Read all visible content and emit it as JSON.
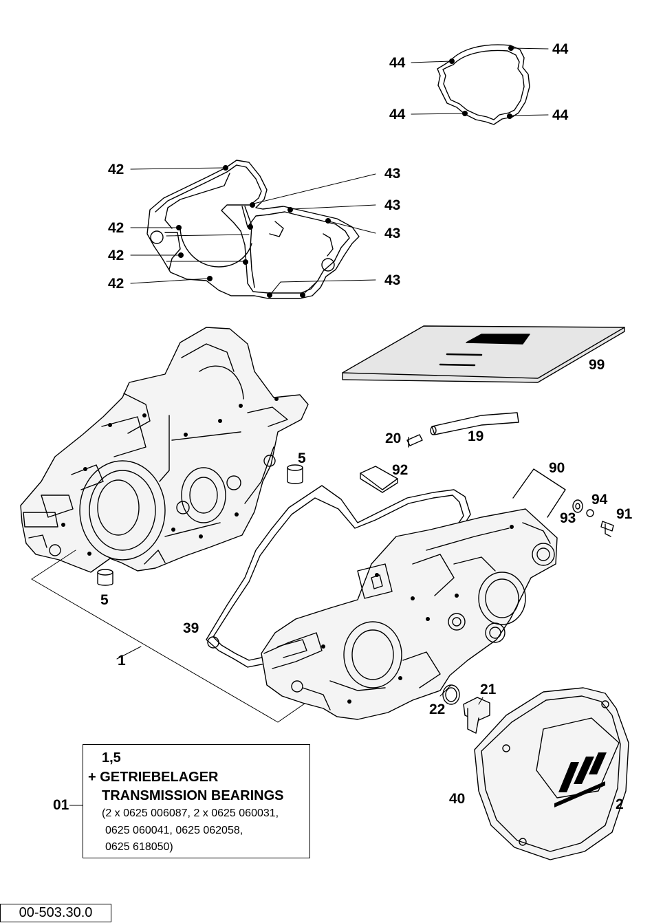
{
  "callouts": {
    "n44_a": "44",
    "n44_b": "44",
    "n44_c": "44",
    "n44_d": "44",
    "n42_a": "42",
    "n42_b": "42",
    "n42_c": "42",
    "n42_d": "42",
    "n43_a": "43",
    "n43_b": "43",
    "n43_c": "43",
    "n43_d": "43",
    "n99": "99",
    "n20": "20",
    "n19": "19",
    "n5_a": "5",
    "n5_b": "5",
    "n92": "92",
    "n90": "90",
    "n94": "94",
    "n93": "93",
    "n91": "91",
    "n39": "39",
    "n1": "1",
    "n21": "21",
    "n22": "22",
    "n40": "40",
    "n2": "2",
    "n01": "01"
  },
  "kit_box": {
    "line1": "1,5",
    "line2": "+ GETRIEBELAGER",
    "line3": "TRANSMISSION BEARINGS",
    "line4": "(2 x 0625 006087, 2 x 0625 060031,",
    "line5": "0625 060041, 0625 062058,",
    "line6": "0625 618050)"
  },
  "drawing_number": "00-503.30.0",
  "colors": {
    "ink": "#000000",
    "paper": "#ffffff",
    "booklet": "#e6e6e6",
    "fill_light": "#f4f4f4"
  }
}
